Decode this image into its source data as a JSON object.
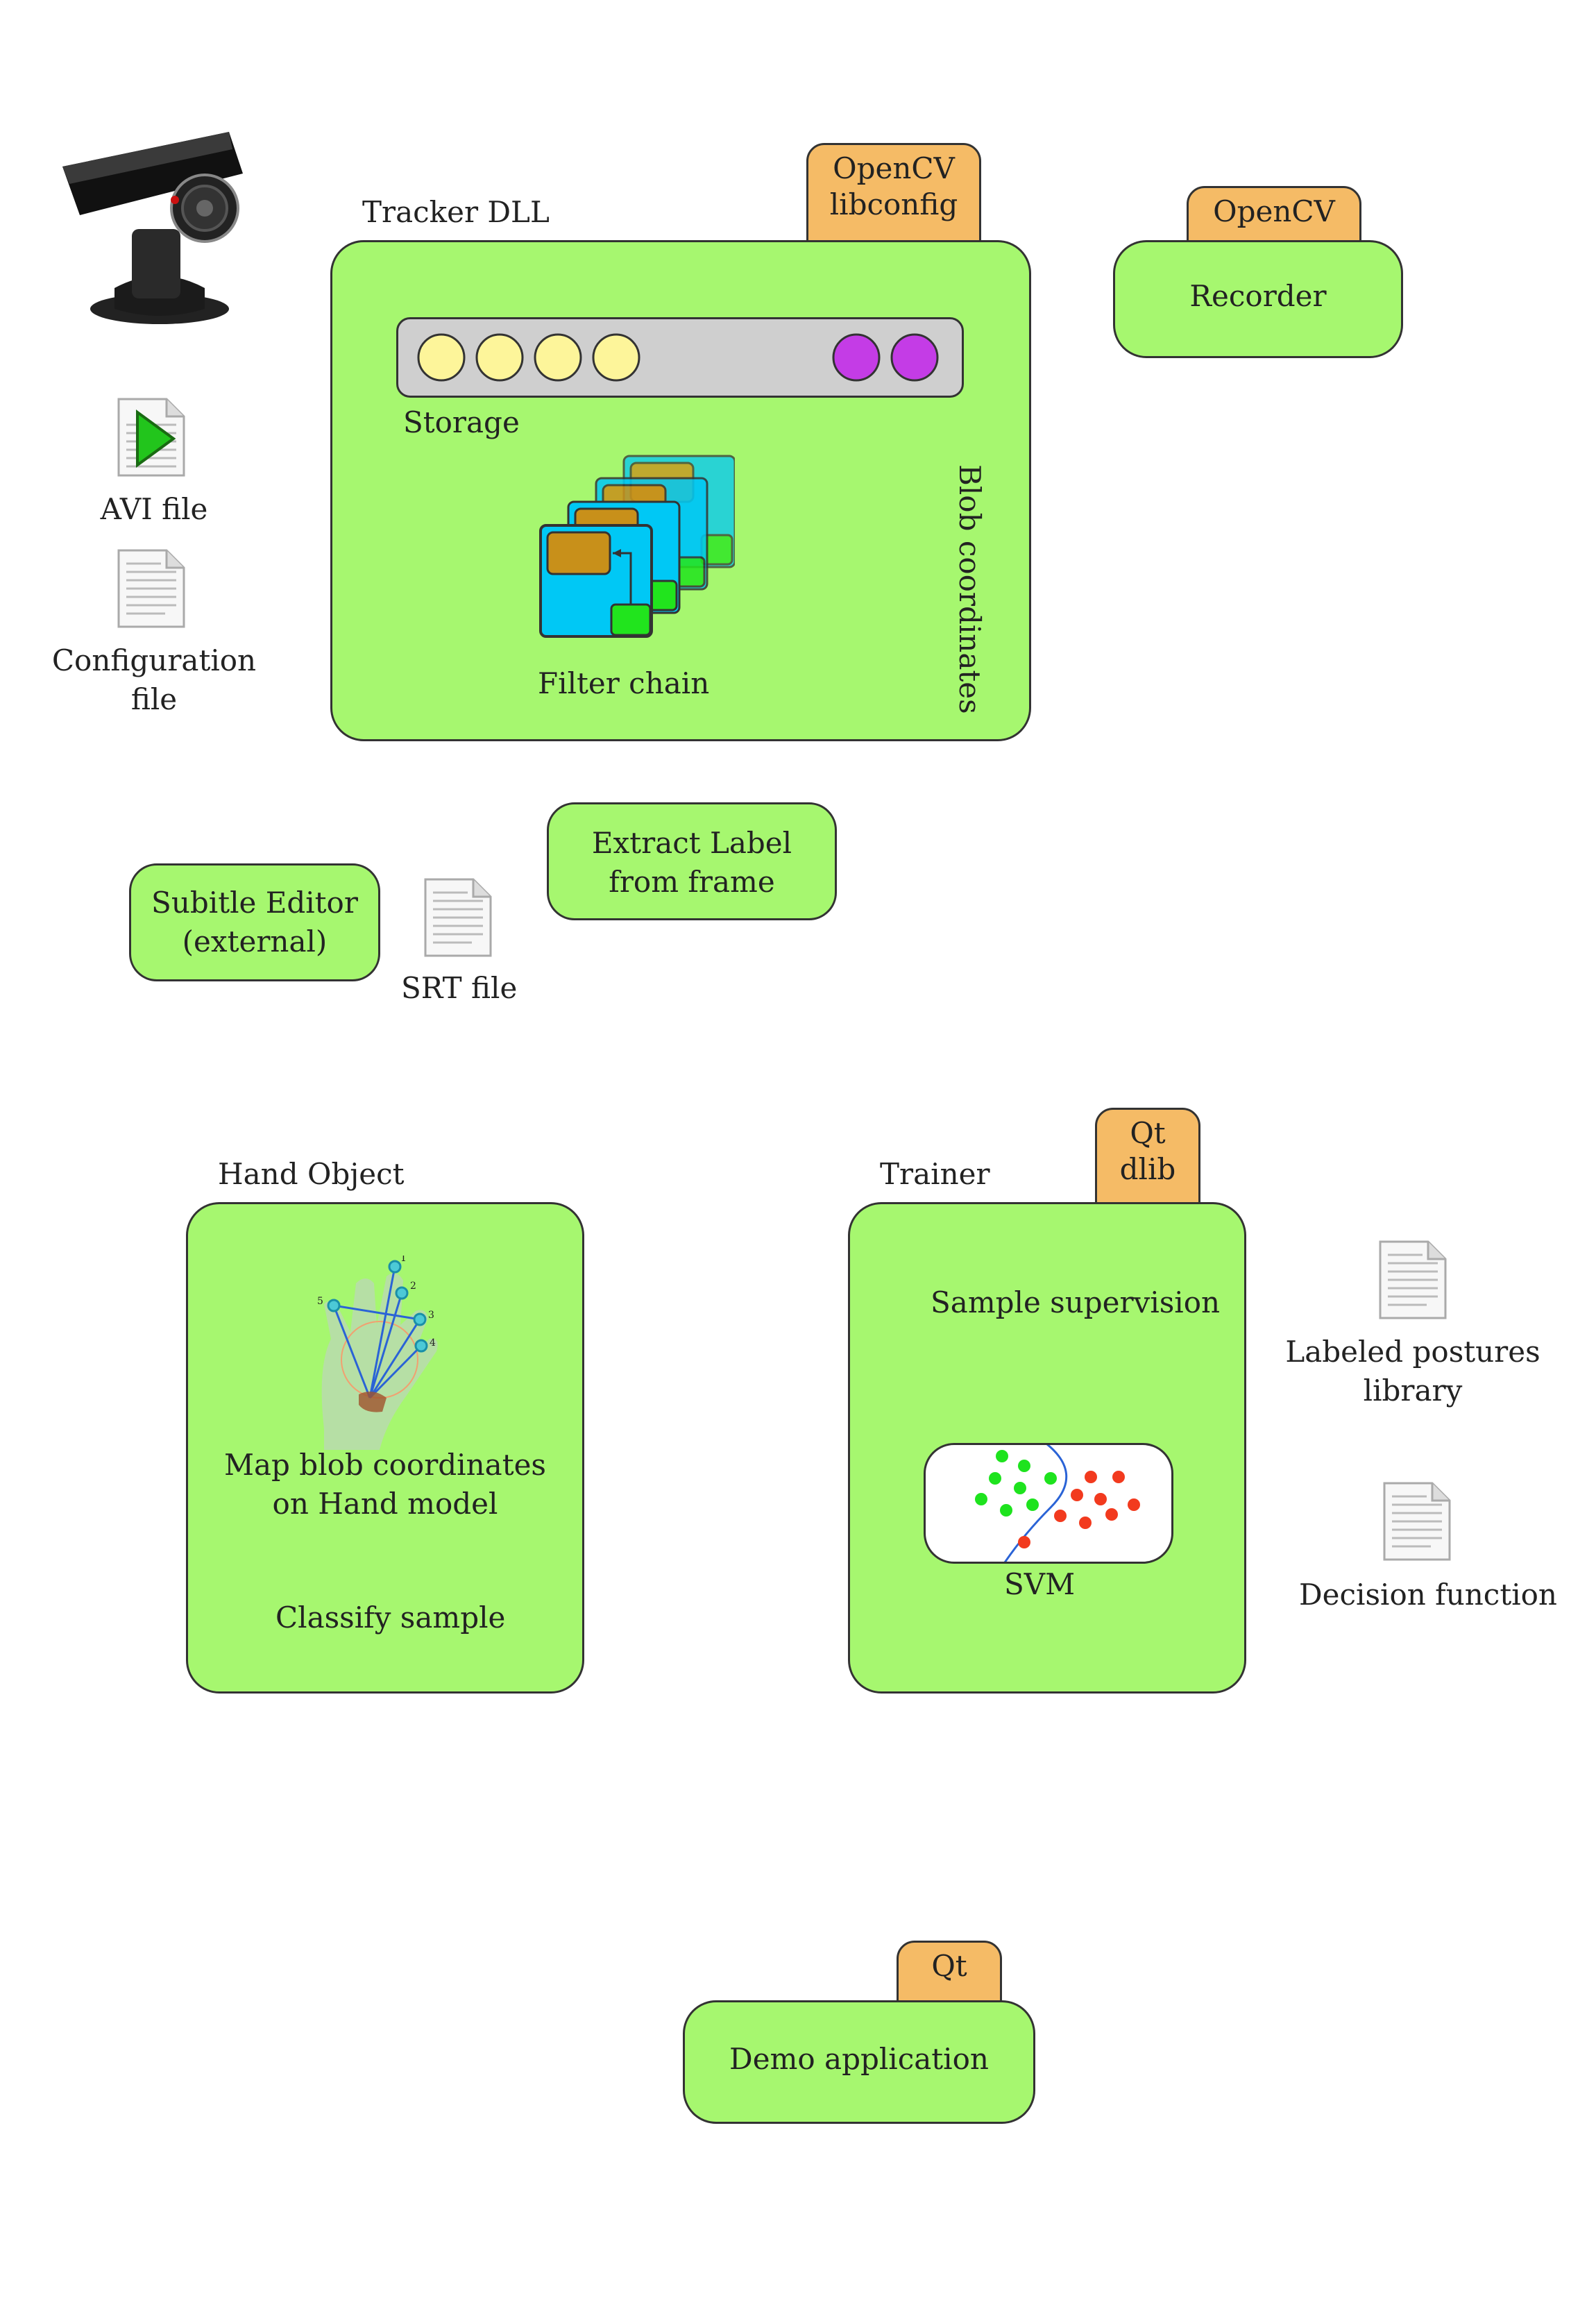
{
  "tracker": {
    "title": "Tracker DLL",
    "libs": [
      "OpenCV",
      "libconfig"
    ],
    "storage_label": "Storage",
    "filter_label": "Filter chain",
    "blob_label": "Blob coordinates"
  },
  "recorder": {
    "lib": "OpenCV",
    "label": "Recorder"
  },
  "files": {
    "avi": "AVI file",
    "config": [
      "Configuration",
      "file"
    ],
    "srt": "SRT file",
    "labeled": [
      "Labeled postures",
      "library"
    ],
    "decision": "Decision function"
  },
  "extract": [
    "Extract Label",
    "from frame"
  ],
  "subtitle": [
    "Subitle Editor",
    "(external)"
  ],
  "hand": {
    "title": "Hand Object",
    "map": [
      "Map blob coordinates",
      "on Hand model"
    ],
    "classify": "Classify sample",
    "finger_numbers": [
      "1",
      "2",
      "3",
      "4",
      "5"
    ]
  },
  "trainer": {
    "title": "Trainer",
    "libs": [
      "Qt",
      "dlib"
    ],
    "supervision": "Sample supervision",
    "svm": "SVM"
  },
  "demo": {
    "lib": "Qt",
    "label": "Demo application"
  },
  "colors": {
    "box_fill": "#a6f76f",
    "tab_fill": "#f5bb66",
    "storage_yellow": "#fdf59a",
    "storage_purple": "#c43ce6",
    "filter_blue": "#00c8f5",
    "filter_green": "#21e41d",
    "svm_green": "#1ee31e",
    "svm_red": "#f23a1e"
  }
}
